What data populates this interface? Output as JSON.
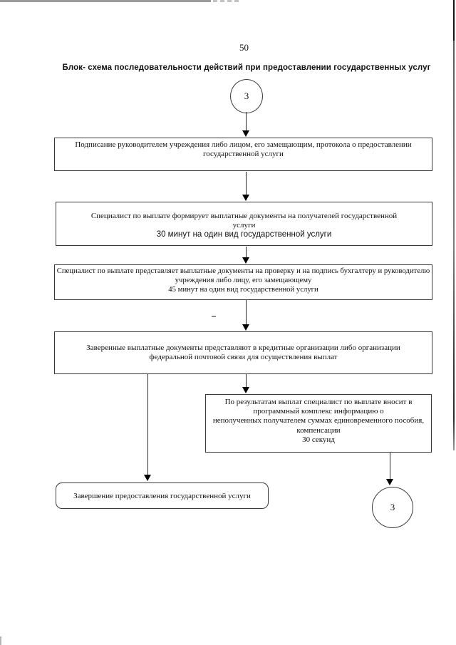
{
  "page": {
    "number": "50",
    "title": "Блок- схема последовательности действий при предоставлении государственных услуг"
  },
  "flowchart": {
    "connector_top": "3",
    "connector_bottom": "3",
    "boxes": [
      {
        "text": "Подписание руководителем учреждения либо лицом, его замещающим, протокола о предоставлении\nгосударственной услуги"
      },
      {
        "text": "Специалист по выплате формирует выплатные документы на получателей государственной\nуслуги",
        "duration": "30 минут на один вид государственной услуги"
      },
      {
        "text": "Специалист по выплате представляет выплатные документы на проверку и на подпись бухгалтеру  и руководителю\nучреждения либо лицу, его замещающему",
        "duration": "45 минут на один вид государственной услуги"
      },
      {
        "text": "Заверенные выплатные документы представляют в кредитные организации либо организации\nфедеральной почтовой связи для осуществления выплат"
      },
      {
        "text": "По результатам выплат специалист по выплате вносит в\nпрограммный комплекс информацию о\nнеполученных получателем суммах единовременного пособия,\nкомпенсации",
        "duration": "30 секунд"
      }
    ],
    "terminator": "Завершение предоставления государственной услуги"
  },
  "colors": {
    "background": "#ffffff",
    "ink": "#111111",
    "box_border": "#3a3a3a",
    "flow_line": "#2b2b2b"
  }
}
